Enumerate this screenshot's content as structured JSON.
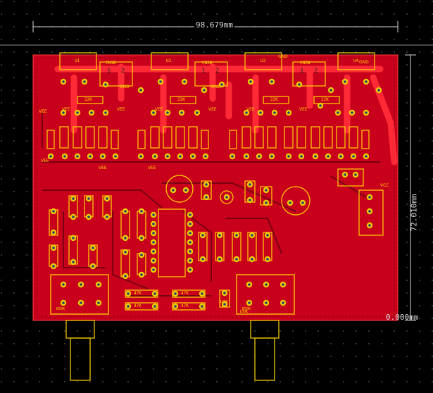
{
  "dimensions": {
    "width_label": "98.679mm",
    "height_label": "72.010mm",
    "origin_label": "0.000mm"
  },
  "colors": {
    "background": "#000000",
    "board": "#c8001c",
    "copper_top": "#ff1f2b",
    "silkscreen": "#ffd400",
    "pad": "#e8d000",
    "hole": "#2a3a7a",
    "dimension": "#d8d8d8",
    "grid": "#3a3a3a"
  },
  "connectors": [
    {
      "id": "CN1",
      "label": "CN1B",
      "pins": [
        "1",
        "2"
      ]
    },
    {
      "id": "CN2",
      "label": "CN2B",
      "pins": [
        "1",
        "2"
      ]
    },
    {
      "id": "CN3",
      "label": "CN3B",
      "pins": [
        "1",
        "2"
      ]
    }
  ],
  "regulators": [
    {
      "id": "U1",
      "label": "U1"
    },
    {
      "id": "U2",
      "label": "U2"
    },
    {
      "id": "U3",
      "label": "U3"
    },
    {
      "id": "U4",
      "label": "U4"
    }
  ],
  "net_labels": [
    "VEE",
    "VEE",
    "VEE",
    "VEE",
    "VEE",
    "VEE",
    "VEE",
    "VEE",
    "VEE",
    "VEE",
    "GND",
    "GND",
    "GND",
    "GND",
    "VCC"
  ],
  "resistor_labels": [
    "22K",
    "22K",
    "22K",
    "22K",
    "47K",
    "47K",
    "47K",
    "47K",
    "100K",
    "100K"
  ],
  "potentiometers": [
    {
      "id": "VR1",
      "label": "B50K"
    },
    {
      "id": "VR2",
      "label": "B50K"
    }
  ]
}
